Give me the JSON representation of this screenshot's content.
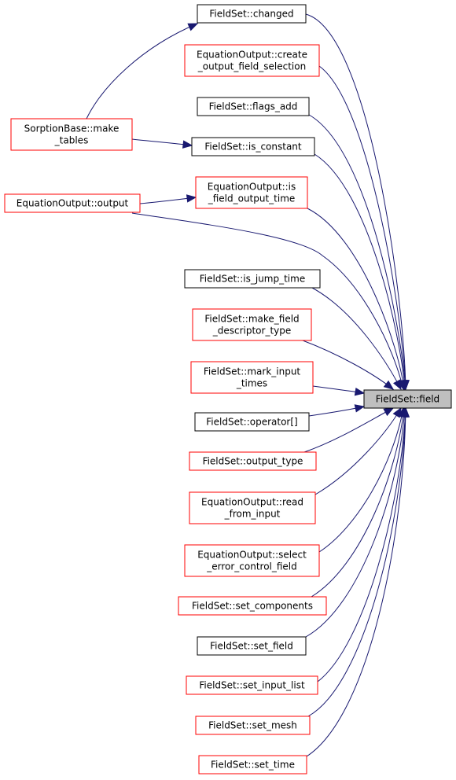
{
  "colors": {
    "edge": "#191970",
    "border_black": "#000000",
    "border_red": "#ff0000",
    "focus_fill": "#bfbfbf"
  },
  "nodes": [
    {
      "id": "changed",
      "lines": [
        "FieldSet::changed"
      ],
      "border": "black"
    },
    {
      "id": "create_output",
      "lines": [
        "EquationOutput::create",
        "_output_field_selection"
      ],
      "border": "red"
    },
    {
      "id": "flags_add",
      "lines": [
        "FieldSet::flags_add"
      ],
      "border": "black"
    },
    {
      "id": "sorption",
      "lines": [
        "SorptionBase::make",
        "_tables"
      ],
      "border": "red"
    },
    {
      "id": "is_constant",
      "lines": [
        "FieldSet::is_constant"
      ],
      "border": "black"
    },
    {
      "id": "is_field_output_time",
      "lines": [
        "EquationOutput::is",
        "_field_output_time"
      ],
      "border": "red"
    },
    {
      "id": "eq_output",
      "lines": [
        "EquationOutput::output"
      ],
      "border": "red"
    },
    {
      "id": "is_jump_time",
      "lines": [
        "FieldSet::is_jump_time"
      ],
      "border": "black"
    },
    {
      "id": "make_field_descriptor",
      "lines": [
        "FieldSet::make_field",
        "_descriptor_type"
      ],
      "border": "red"
    },
    {
      "id": "mark_input_times",
      "lines": [
        "FieldSet::mark_input",
        "_times"
      ],
      "border": "red"
    },
    {
      "id": "operator",
      "lines": [
        "FieldSet::operator[]"
      ],
      "border": "black"
    },
    {
      "id": "output_type",
      "lines": [
        "FieldSet::output_type"
      ],
      "border": "red"
    },
    {
      "id": "read_from_input",
      "lines": [
        "EquationOutput::read",
        "_from_input"
      ],
      "border": "red"
    },
    {
      "id": "select_error",
      "lines": [
        "EquationOutput::select",
        "_error_control_field"
      ],
      "border": "red"
    },
    {
      "id": "set_components",
      "lines": [
        "FieldSet::set_components"
      ],
      "border": "red"
    },
    {
      "id": "set_field",
      "lines": [
        "FieldSet::set_field"
      ],
      "border": "black"
    },
    {
      "id": "set_input_list",
      "lines": [
        "FieldSet::set_input_list"
      ],
      "border": "red"
    },
    {
      "id": "set_mesh",
      "lines": [
        "FieldSet::set_mesh"
      ],
      "border": "red"
    },
    {
      "id": "set_time",
      "lines": [
        "FieldSet::set_time"
      ],
      "border": "red"
    },
    {
      "id": "field",
      "lines": [
        "FieldSet::field"
      ],
      "border": "black",
      "focus": true
    }
  ],
  "edges": [
    {
      "from": "changed",
      "to": "field"
    },
    {
      "from": "create_output",
      "to": "field"
    },
    {
      "from": "flags_add",
      "to": "field"
    },
    {
      "from": "is_constant",
      "to": "field"
    },
    {
      "from": "is_field_output_time",
      "to": "field"
    },
    {
      "from": "eq_output",
      "to": "field"
    },
    {
      "from": "is_jump_time",
      "to": "field"
    },
    {
      "from": "make_field_descriptor",
      "to": "field"
    },
    {
      "from": "mark_input_times",
      "to": "field"
    },
    {
      "from": "operator",
      "to": "field"
    },
    {
      "from": "output_type",
      "to": "field"
    },
    {
      "from": "read_from_input",
      "to": "field"
    },
    {
      "from": "select_error",
      "to": "field"
    },
    {
      "from": "set_components",
      "to": "field"
    },
    {
      "from": "set_field",
      "to": "field"
    },
    {
      "from": "set_input_list",
      "to": "field"
    },
    {
      "from": "set_mesh",
      "to": "field"
    },
    {
      "from": "set_time",
      "to": "field"
    },
    {
      "from": "sorption",
      "to": "changed"
    },
    {
      "from": "sorption",
      "to": "is_constant"
    },
    {
      "from": "eq_output",
      "to": "is_field_output_time"
    }
  ]
}
